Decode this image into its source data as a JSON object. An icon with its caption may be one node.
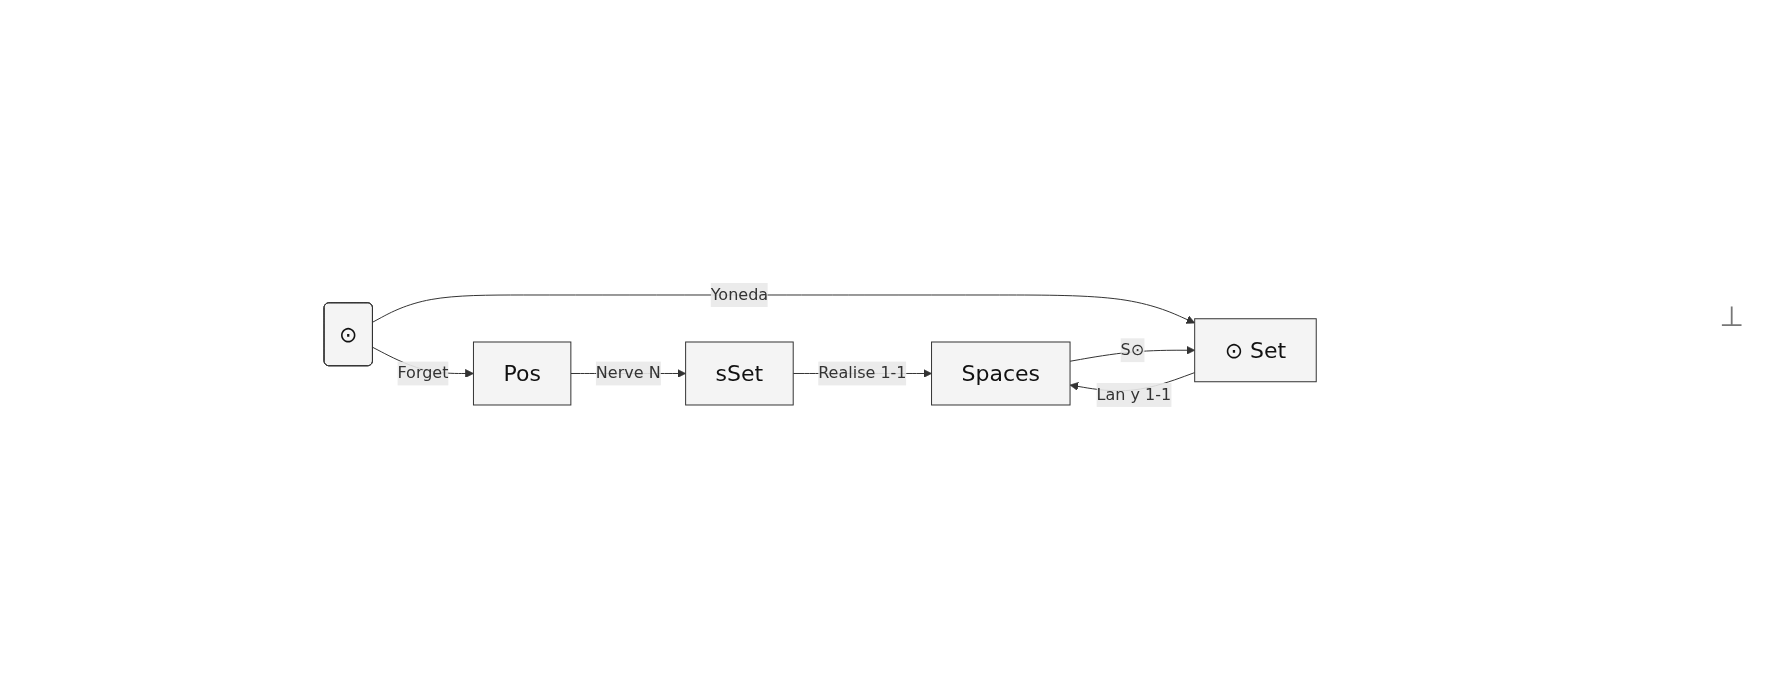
{
  "diagram": {
    "nodes": [
      {
        "text": [
          "⊙"
        ]
      },
      {
        "text": [
          "Pos"
        ]
      },
      {
        "text": [
          "sSet"
        ]
      },
      {
        "text": [
          "Spaces"
        ]
      },
      {
        "text": [
          "⊙ Set"
        ]
      }
    ],
    "edges": [
      {
        "from": 0,
        "to": 1,
        "arrow": "to",
        "label": "Forget"
      },
      {
        "from": 1,
        "to": 2,
        "arrow": "to",
        "label": "Nerve N"
      },
      {
        "from": 2,
        "to": 3,
        "arrow": "to",
        "label": "Realise 1-1"
      },
      {
        "from": 0,
        "to": 4,
        "arrow": "to",
        "label": "Yoneda"
      },
      {
        "from": 4,
        "to": 3,
        "arrow": "to",
        "label": "Lan y 1-1"
      },
      {
        "from": 3,
        "to": 4,
        "arrow": "to",
        "label": "S⊙"
      }
    ],
    "labels": [
      "⊥"
    ]
  }
}
